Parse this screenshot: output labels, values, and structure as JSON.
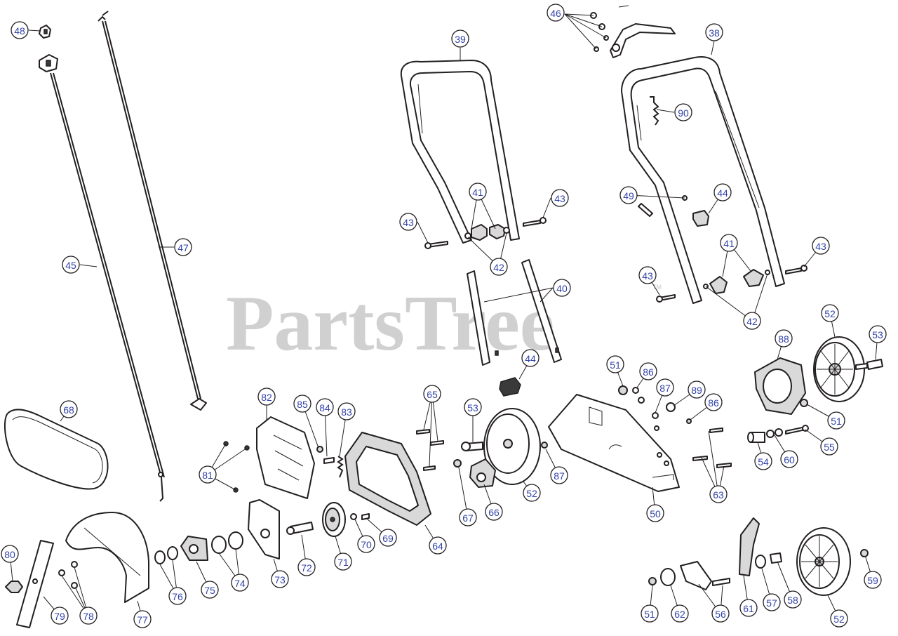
{
  "watermark": {
    "text": "PartsTree",
    "tm": "TM"
  },
  "callouts": [
    "48",
    "46",
    "39",
    "38",
    "90",
    "47",
    "45",
    "41",
    "43",
    "43",
    "49",
    "44",
    "42",
    "41",
    "43",
    "43",
    "40",
    "42",
    "52",
    "53",
    "88",
    "44",
    "51",
    "86",
    "87",
    "89",
    "86",
    "82",
    "85",
    "84",
    "83",
    "65",
    "53",
    "68",
    "51",
    "81",
    "63",
    "54",
    "60",
    "55",
    "87",
    "52",
    "50",
    "66",
    "67",
    "64",
    "70",
    "69",
    "71",
    "72",
    "73",
    "74",
    "75",
    "76",
    "77",
    "78",
    "79",
    "80",
    "61",
    "57",
    "58",
    "59",
    "56",
    "62",
    "51",
    "52"
  ]
}
